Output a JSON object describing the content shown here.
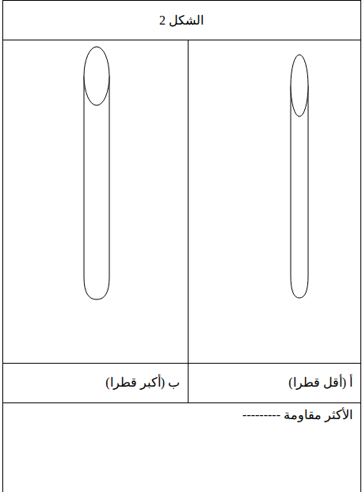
{
  "diagram": {
    "title": "الشكل 2",
    "labels": [
      "أ (أقل قطرا)",
      "ب (أكبر قطرا)",
      "الأكثر مقاومة ---------"
    ]
  }
}
